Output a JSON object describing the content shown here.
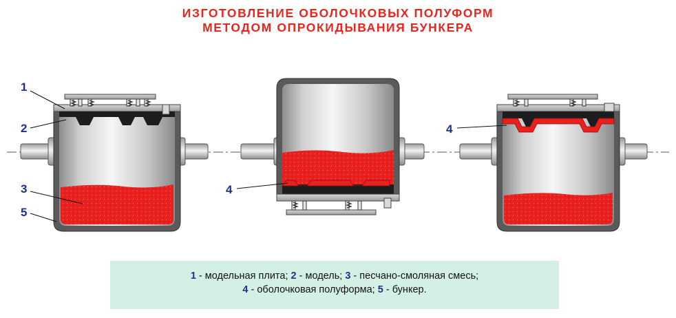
{
  "title": {
    "line1": "ИЗГОТОВЛЕНИЕ ОБОЛОЧКОВЫХ ПОЛУФОРМ",
    "line2": "МЕТОДОМ ОПРОКИДЫВАНИЯ БУНКЕРА"
  },
  "labels": {
    "n1": "1",
    "n2": "2",
    "n3": "3",
    "n4a": "4",
    "n4b": "4",
    "n5": "5"
  },
  "legend": {
    "num1": "1",
    "text1": " - модельная плита;",
    "num2": "2",
    "text2": " - модель;",
    "num3": "3",
    "text3": " - песчано-смоляная смесь;",
    "num4": "4",
    "text4": " - оболочковая полуформа;",
    "num5": "5",
    "text5": " - бункер."
  },
  "colors": {
    "title": "#e8261c",
    "sand": "#e8201e",
    "label": "#1f2f8f",
    "legend_bg": "#d4f0e4"
  }
}
